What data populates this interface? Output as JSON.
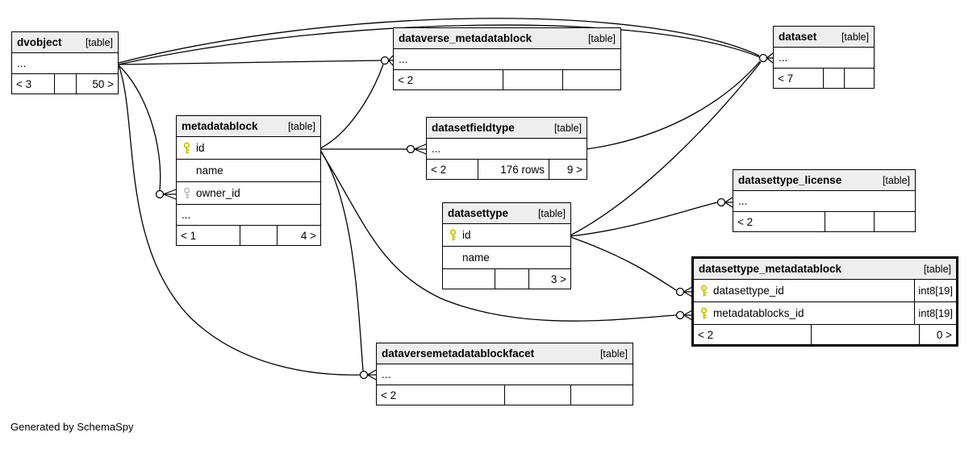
{
  "diagram": {
    "generator_note": "Generated by SchemaSpy",
    "colors": {
      "primary_key": "#c6c600",
      "foreign_key": "#c4c4c4",
      "header_bg": "#eeeeee",
      "line": "#000000"
    },
    "tables": [
      {
        "id": "dvobject",
        "name": "dvobject",
        "tag": "[table]",
        "emphasized": false,
        "rows": [
          {
            "key": null,
            "label": "...",
            "type": ""
          }
        ],
        "stats": [
          "< 3",
          "",
          "50 >"
        ]
      },
      {
        "id": "dataverse_metadatablock",
        "name": "dataverse_metadatablock",
        "tag": "[table]",
        "emphasized": false,
        "rows": [
          {
            "key": null,
            "label": "...",
            "type": ""
          }
        ],
        "stats": [
          "< 2",
          "",
          ""
        ]
      },
      {
        "id": "dataset",
        "name": "dataset",
        "tag": "[table]",
        "emphasized": false,
        "rows": [
          {
            "key": null,
            "label": "...",
            "type": ""
          }
        ],
        "stats": [
          "< 7",
          "",
          ""
        ]
      },
      {
        "id": "metadatablock",
        "name": "metadatablock",
        "tag": "[table]",
        "emphasized": false,
        "rows": [
          {
            "key": "primary",
            "label": "id",
            "type": ""
          },
          {
            "key": null,
            "label": "name",
            "type": ""
          },
          {
            "key": "foreign",
            "label": "owner_id",
            "type": ""
          },
          {
            "key": null,
            "label": "...",
            "type": ""
          }
        ],
        "stats": [
          "< 1",
          "",
          "4 >"
        ]
      },
      {
        "id": "datasetfieldtype",
        "name": "datasetfieldtype",
        "tag": "[table]",
        "emphasized": false,
        "rows": [
          {
            "key": null,
            "label": "...",
            "type": ""
          }
        ],
        "stats": [
          "< 2",
          "176 rows",
          "9 >"
        ]
      },
      {
        "id": "datasettype",
        "name": "datasettype",
        "tag": "[table]",
        "emphasized": false,
        "rows": [
          {
            "key": "primary",
            "label": "id",
            "type": ""
          },
          {
            "key": null,
            "label": "name",
            "type": ""
          }
        ],
        "stats": [
          "",
          "",
          "3 >"
        ]
      },
      {
        "id": "datasettype_license",
        "name": "datasettype_license",
        "tag": "[table]",
        "emphasized": false,
        "rows": [
          {
            "key": null,
            "label": "...",
            "type": ""
          }
        ],
        "stats": [
          "< 2",
          "",
          ""
        ]
      },
      {
        "id": "datasettype_metadatablock",
        "name": "datasettype_metadatablock",
        "tag": "[table]",
        "emphasized": true,
        "rows": [
          {
            "key": "primary",
            "label": "datasettype_id",
            "type": "int8[19]"
          },
          {
            "key": "primary",
            "label": "metadatablocks_id",
            "type": "int8[19]"
          }
        ],
        "stats": [
          "< 2",
          "",
          "0 >"
        ]
      },
      {
        "id": "dataversemetadatablockfacet",
        "name": "dataversemetadatablockfacet",
        "tag": "[table]",
        "emphasized": false,
        "rows": [
          {
            "key": null,
            "label": "...",
            "type": ""
          }
        ],
        "stats": [
          "< 2",
          "",
          ""
        ]
      }
    ],
    "relationships": [
      {
        "id": "dvobject-dataset-a",
        "from": "dvobject",
        "to": "dataset"
      },
      {
        "id": "dvobject-dataset-b",
        "from": "dvobject",
        "to": "dataset"
      },
      {
        "id": "dvobject-dataverse_metadatablock",
        "from": "dvobject",
        "to": "dataverse_metadatablock"
      },
      {
        "id": "dvobject-metadatablock",
        "from": "dvobject",
        "to": "metadatablock.owner_id"
      },
      {
        "id": "dvobject-dataversemetadatablockfacet",
        "from": "dvobject",
        "to": "dataversemetadatablockfacet"
      },
      {
        "id": "metadatablock-dataverse_metadatablock",
        "from": "metadatablock.id",
        "to": "dataverse_metadatablock"
      },
      {
        "id": "metadatablock-datasetfieldtype",
        "from": "metadatablock.id",
        "to": "datasetfieldtype"
      },
      {
        "id": "metadatablock-datasettype_metadatablock",
        "from": "metadatablock.id",
        "to": "datasettype_metadatablock.metadatablocks_id"
      },
      {
        "id": "metadatablock-dataversemetadatablockfacet",
        "from": "metadatablock.id",
        "to": "dataversemetadatablockfacet"
      },
      {
        "id": "datasetfieldtype-dataset",
        "from": "datasetfieldtype",
        "to": "dataset"
      },
      {
        "id": "datasettype-dataset",
        "from": "datasettype.id",
        "to": "dataset"
      },
      {
        "id": "datasettype-datasettype_license",
        "from": "datasettype.id",
        "to": "datasettype_license"
      },
      {
        "id": "datasettype-datasettype_metadatablock",
        "from": "datasettype.id",
        "to": "datasettype_metadatablock.datasettype_id"
      }
    ]
  }
}
